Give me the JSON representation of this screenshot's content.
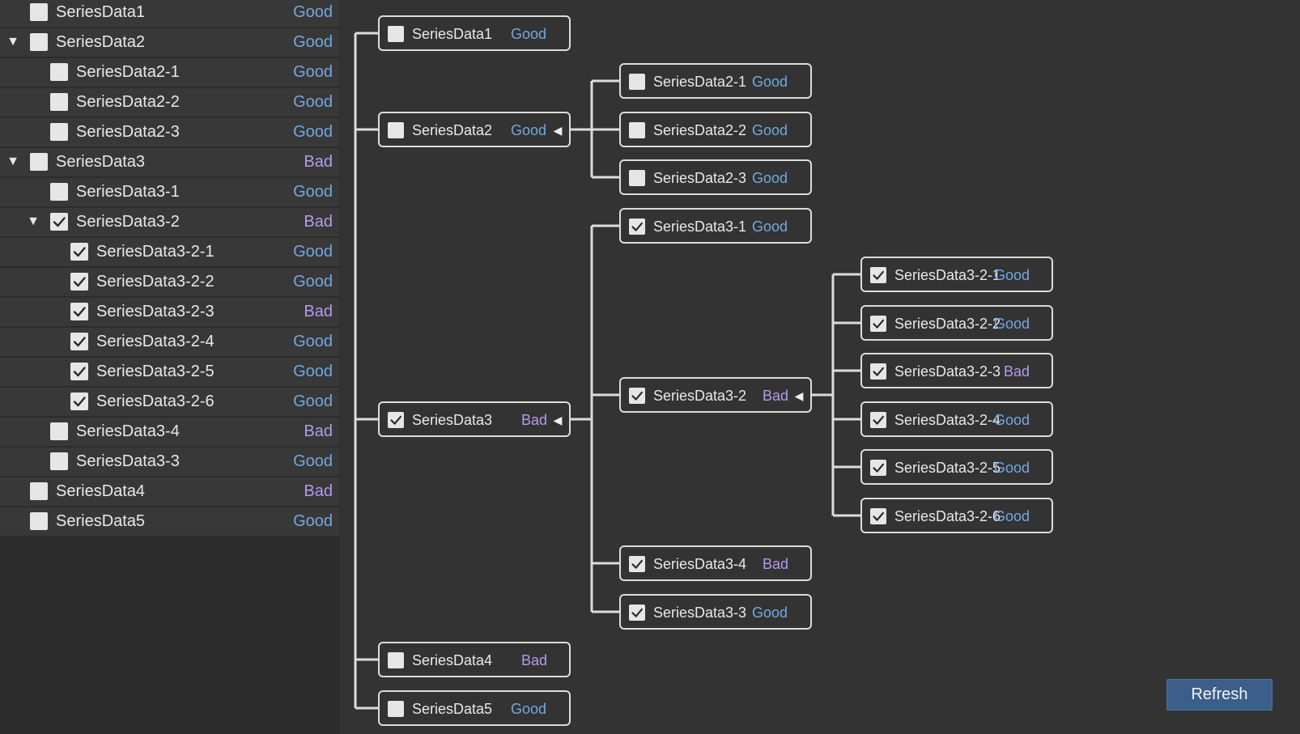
{
  "tree": [
    {
      "id": "SeriesData1",
      "label": "SeriesData1",
      "status": "Good",
      "checked": false,
      "expanded": null,
      "depth": 0
    },
    {
      "id": "SeriesData2",
      "label": "SeriesData2",
      "status": "Good",
      "checked": false,
      "expanded": true,
      "depth": 0
    },
    {
      "id": "SeriesData2-1",
      "label": "SeriesData2-1",
      "status": "Good",
      "checked": false,
      "expanded": null,
      "depth": 1
    },
    {
      "id": "SeriesData2-2",
      "label": "SeriesData2-2",
      "status": "Good",
      "checked": false,
      "expanded": null,
      "depth": 1
    },
    {
      "id": "SeriesData2-3",
      "label": "SeriesData2-3",
      "status": "Good",
      "checked": false,
      "expanded": null,
      "depth": 1
    },
    {
      "id": "SeriesData3",
      "label": "SeriesData3",
      "status": "Bad",
      "checked": false,
      "expanded": true,
      "depth": 0
    },
    {
      "id": "SeriesData3-1",
      "label": "SeriesData3-1",
      "status": "Good",
      "checked": false,
      "expanded": null,
      "depth": 1
    },
    {
      "id": "SeriesData3-2",
      "label": "SeriesData3-2",
      "status": "Bad",
      "checked": true,
      "expanded": true,
      "depth": 1
    },
    {
      "id": "SeriesData3-2-1",
      "label": "SeriesData3-2-1",
      "status": "Good",
      "checked": true,
      "expanded": null,
      "depth": 2
    },
    {
      "id": "SeriesData3-2-2",
      "label": "SeriesData3-2-2",
      "status": "Good",
      "checked": true,
      "expanded": null,
      "depth": 2
    },
    {
      "id": "SeriesData3-2-3",
      "label": "SeriesData3-2-3",
      "status": "Bad",
      "checked": true,
      "expanded": null,
      "depth": 2
    },
    {
      "id": "SeriesData3-2-4",
      "label": "SeriesData3-2-4",
      "status": "Good",
      "checked": true,
      "expanded": null,
      "depth": 2
    },
    {
      "id": "SeriesData3-2-5",
      "label": "SeriesData3-2-5",
      "status": "Good",
      "checked": true,
      "expanded": null,
      "depth": 2
    },
    {
      "id": "SeriesData3-2-6",
      "label": "SeriesData3-2-6",
      "status": "Good",
      "checked": true,
      "expanded": null,
      "depth": 2
    },
    {
      "id": "SeriesData3-4",
      "label": "SeriesData3-4",
      "status": "Bad",
      "checked": false,
      "expanded": null,
      "depth": 1
    },
    {
      "id": "SeriesData3-3",
      "label": "SeriesData3-3",
      "status": "Good",
      "checked": false,
      "expanded": null,
      "depth": 1
    },
    {
      "id": "SeriesData4",
      "label": "SeriesData4",
      "status": "Bad",
      "checked": false,
      "expanded": null,
      "depth": 0
    },
    {
      "id": "SeriesData5",
      "label": "SeriesData5",
      "status": "Good",
      "checked": false,
      "expanded": null,
      "depth": 0
    }
  ],
  "graph": [
    {
      "id": "g-SeriesData1",
      "label": "SeriesData1",
      "status": "Good",
      "checked": false,
      "collapsible": false
    },
    {
      "id": "g-SeriesData2",
      "label": "SeriesData2",
      "status": "Good",
      "checked": false,
      "collapsible": true
    },
    {
      "id": "g-SeriesData2-1",
      "label": "SeriesData2-1",
      "status": "Good",
      "checked": false,
      "collapsible": false
    },
    {
      "id": "g-SeriesData2-2",
      "label": "SeriesData2-2",
      "status": "Good",
      "checked": false,
      "collapsible": false
    },
    {
      "id": "g-SeriesData2-3",
      "label": "SeriesData2-3",
      "status": "Good",
      "checked": false,
      "collapsible": false
    },
    {
      "id": "g-SeriesData3",
      "label": "SeriesData3",
      "status": "Bad",
      "checked": true,
      "collapsible": true
    },
    {
      "id": "g-SeriesData3-1",
      "label": "SeriesData3-1",
      "status": "Good",
      "checked": true,
      "collapsible": false
    },
    {
      "id": "g-SeriesData3-2",
      "label": "SeriesData3-2",
      "status": "Bad",
      "checked": true,
      "collapsible": true
    },
    {
      "id": "g-SeriesData3-2-1",
      "label": "SeriesData3-2-1",
      "status": "Good",
      "checked": true,
      "collapsible": false
    },
    {
      "id": "g-SeriesData3-2-2",
      "label": "SeriesData3-2-2",
      "status": "Good",
      "checked": true,
      "collapsible": false
    },
    {
      "id": "g-SeriesData3-2-3",
      "label": "SeriesData3-2-3",
      "status": "Bad",
      "checked": true,
      "collapsible": false
    },
    {
      "id": "g-SeriesData3-2-4",
      "label": "SeriesData3-2-4",
      "status": "Good",
      "checked": true,
      "collapsible": false
    },
    {
      "id": "g-SeriesData3-2-5",
      "label": "SeriesData3-2-5",
      "status": "Good",
      "checked": true,
      "collapsible": false
    },
    {
      "id": "g-SeriesData3-2-6",
      "label": "SeriesData3-2-6",
      "status": "Good",
      "checked": true,
      "collapsible": false
    },
    {
      "id": "g-SeriesData3-4",
      "label": "SeriesData3-4",
      "status": "Bad",
      "checked": true,
      "collapsible": false
    },
    {
      "id": "g-SeriesData3-3",
      "label": "SeriesData3-3",
      "status": "Good",
      "checked": true,
      "collapsible": false
    },
    {
      "id": "g-SeriesData4",
      "label": "SeriesData4",
      "status": "Bad",
      "checked": false,
      "collapsible": false
    },
    {
      "id": "g-SeriesData5",
      "label": "SeriesData5",
      "status": "Good",
      "checked": false,
      "collapsible": false
    }
  ],
  "icons": {
    "expand": "triangle-down-icon",
    "collapse": "triangle-left-icon",
    "check": "checkmark-icon"
  },
  "colors": {
    "good": "#72a8e0",
    "bad": "#b39aed",
    "accent": "#3b5f8a"
  },
  "refresh_label": "Refresh"
}
